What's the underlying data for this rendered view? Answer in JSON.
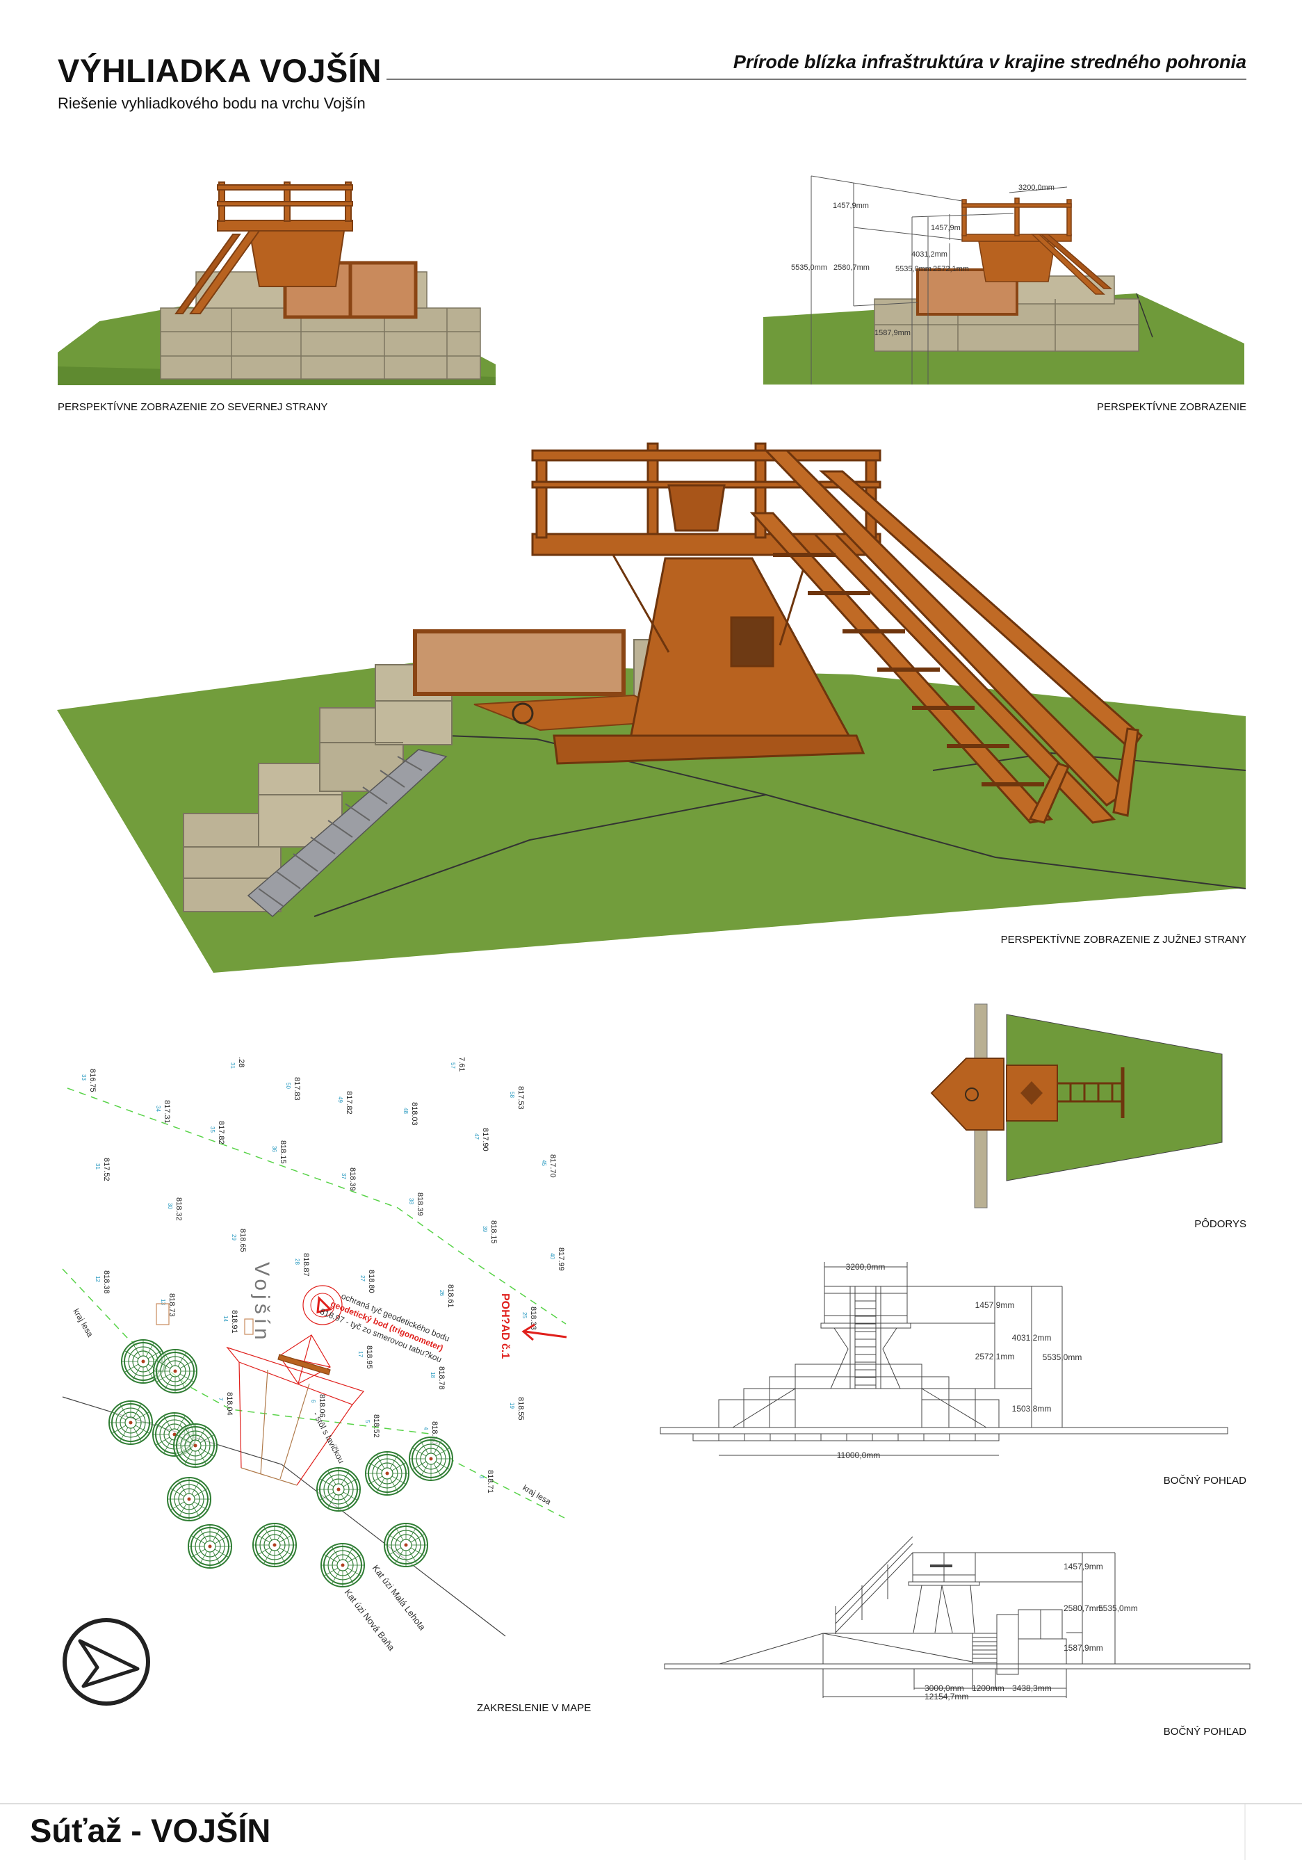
{
  "header": {
    "title": "VÝHLIADKA VOJŠÍN",
    "subtitle": "Riešenie vyhliadkového bodu na vrchu Vojšín",
    "tagline": "Prírode blízka infraštruktúra v krajine stredného pohronia"
  },
  "views": {
    "north": "PERSPEKTÍVNE ZOBRAZENIE ZO SEVERNEJ STRANY",
    "perspective": "PERSPEKTÍVNE ZOBRAZENIE",
    "south": "PERSPEKTÍVNE ZOBRAZENIE Z JUŽNEJ STRANY",
    "plan": "PÔDORYS",
    "map": "ZAKRESLENIE V MAPE",
    "side1": "BOČNÝ POHĽAD",
    "side2": "BOČNÝ POHĽAD"
  },
  "perspective_dims": {
    "width": "3200,0mm",
    "rail_a": "1457,9mm",
    "rail_b": "1457,9m",
    "total_a": "5535,0mm",
    "mid_a": "2580,7mm",
    "upper": "4031,2mm",
    "total_b": "5535,0mm",
    "tower": "2572,1mm",
    "base": "1587,9mm"
  },
  "side1_dims": {
    "width": "3200,0mm",
    "rail": "1457,9mm",
    "tower": "2572,1mm",
    "upper": "4031,2mm",
    "total": "5535,0mm",
    "base": "1503,8mm",
    "length": "11000,0mm"
  },
  "side2_dims": {
    "rail": "1457,9mm",
    "mid": "2580,7mm",
    "total": "5535,0mm",
    "base": "1587,9mm",
    "seg1": "3000,0mm",
    "seg2": "1200mm",
    "seg3": "3438,3mm",
    "length": "12154,7mm"
  },
  "map": {
    "hill_name": "Vojšín",
    "forest_edge_1": "kraj lesa",
    "forest_edge_2": "kraj lesa",
    "protect_rod": "ochraná tyč geodetického bodu",
    "geodetic_point": "geodetický bod (trigonometer)",
    "sign_rod": "818.97 - tyč zo smerovou tabu?kou",
    "view_label": "POH?AD č.1",
    "cadastre_1": "Kat úzi Malá Lehota",
    "cadastre_2": "Kat úzi Nová Baňa",
    "table": "- stôl s lavičkou",
    "spot_heights": [
      {
        "h": "816.75",
        "n": "33"
      },
      {
        "h": "817.31",
        "n": "34"
      },
      {
        "h": "817.82",
        "n": "35"
      },
      {
        "h": "818.15",
        "n": "36"
      },
      {
        "h": "818.39",
        "n": "37"
      },
      {
        "h": "818.39",
        "n": "38"
      },
      {
        "h": "818.15",
        "n": "39"
      },
      {
        "h": "817.52",
        "n": "31"
      },
      {
        "h": "818.32",
        "n": "30"
      },
      {
        "h": "818.65",
        "n": "29"
      },
      {
        "h": "817.83",
        "n": "50"
      },
      {
        "h": "817.82",
        "n": "49"
      },
      {
        "h": "818.03",
        "n": "48"
      },
      {
        "h": "817.90",
        "n": "47"
      },
      {
        "h": "817.53",
        "n": "58"
      },
      {
        "h": "817.70",
        "n": "45"
      },
      {
        "h": "7.61",
        "n": "57"
      },
      {
        "h": ".28",
        "n": "31"
      },
      {
        "h": "817.99",
        "n": "40"
      },
      {
        "h": "818.87",
        "n": "28"
      },
      {
        "h": "818.80",
        "n": "27"
      },
      {
        "h": "818.61",
        "n": "26"
      },
      {
        "h": "818.33",
        "n": "25"
      },
      {
        "h": "818.95",
        "n": "17"
      },
      {
        "h": "818.38",
        "n": "12"
      },
      {
        "h": "818.73",
        "n": "13"
      },
      {
        "h": "818.91",
        "n": "14"
      },
      {
        "h": "818.78",
        "n": "18"
      },
      {
        "h": "818.04",
        "n": "7"
      },
      {
        "h": "818.55",
        "n": "19"
      },
      {
        "h": "818.52",
        "n": "5"
      },
      {
        "h": "818.71",
        "n": "3"
      },
      {
        "h": "818.10",
        "n": "4"
      },
      {
        "h": "818.06",
        "n": "6"
      }
    ]
  },
  "colors": {
    "wood": "#b8621f",
    "wood_dark": "#7e3f12",
    "stone": "#b9b093",
    "grass": "#6f9a3a",
    "tree": "#2f7d33",
    "survey_red": "#e0201c",
    "forest_line": "#58d348"
  },
  "footer": {
    "title": "Súťaž - VOJŠÍN"
  }
}
